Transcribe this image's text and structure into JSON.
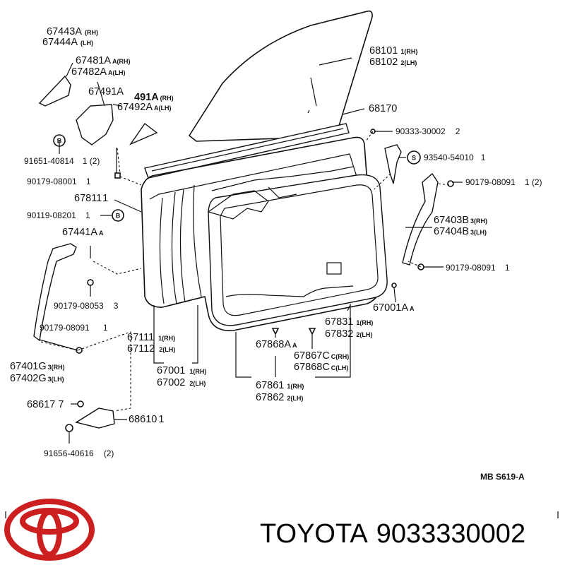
{
  "labels": [
    {
      "id": "l1",
      "main": "67443A",
      "suf": "(RH)"
    },
    {
      "id": "l2",
      "main": "67444A",
      "suf": "(LH)"
    },
    {
      "id": "l3",
      "main": "67481A",
      "suf": "A(RH)"
    },
    {
      "id": "l4",
      "main": "67482A",
      "suf": "A(LH)"
    },
    {
      "id": "l5",
      "main": "67491A",
      "suf": ""
    },
    {
      "id": "l6",
      "main": "67492A",
      "suf": "A(LH)"
    },
    {
      "id": "l6b",
      "main": "491A",
      "suf": "(RH)"
    },
    {
      "id": "l7",
      "main": "68101",
      "suf": "1(RH)"
    },
    {
      "id": "l8",
      "main": "68102",
      "suf": "2(LH)"
    },
    {
      "id": "l9",
      "main": "68170",
      "suf": ""
    },
    {
      "id": "l10",
      "main": "90333-30002",
      "suf": "2"
    },
    {
      "id": "l11",
      "main": "93540-54010",
      "suf": "1"
    },
    {
      "id": "l12",
      "main": "90179-08091",
      "suf": "1 (2)"
    },
    {
      "id": "l13",
      "main": "67403B",
      "suf": "3(RH)"
    },
    {
      "id": "l14",
      "main": "67404B",
      "suf": "3(LH)"
    },
    {
      "id": "l15",
      "main": "90179-08091",
      "suf": "1"
    },
    {
      "id": "l16",
      "main": "67001A",
      "suf": "A"
    },
    {
      "id": "l17",
      "main": "91651-40814",
      "suf": "1 (2)"
    },
    {
      "id": "l18",
      "main": "90179-08001",
      "suf": "1"
    },
    {
      "id": "l19",
      "main": "67811",
      "suf": "1"
    },
    {
      "id": "l20",
      "main": "90119-08201",
      "suf": "1"
    },
    {
      "id": "l21",
      "main": "67441A",
      "suf": "A"
    },
    {
      "id": "l22",
      "main": "90179-08053",
      "suf": "3"
    },
    {
      "id": "l23",
      "main": "90179-08091",
      "suf": "1"
    },
    {
      "id": "l24",
      "main": "67401G",
      "suf": "3(RH)"
    },
    {
      "id": "l25",
      "main": "67402G",
      "suf": "3(LH)"
    },
    {
      "id": "l26",
      "main": "67111",
      "suf": "1(RH)"
    },
    {
      "id": "l27",
      "main": "67112",
      "suf": "2(LH)"
    },
    {
      "id": "l28",
      "main": "67001",
      "suf": "1(RH)"
    },
    {
      "id": "l29",
      "main": "67002",
      "suf": "2(LH)"
    },
    {
      "id": "l30",
      "main": "67831",
      "suf": "1(RH)"
    },
    {
      "id": "l31",
      "main": "67832",
      "suf": "2(LH)"
    },
    {
      "id": "l32",
      "main": "67868A",
      "suf": "A"
    },
    {
      "id": "l33",
      "main": "67867C",
      "suf": "C(RH)"
    },
    {
      "id": "l34",
      "main": "67868C",
      "suf": "C(LH)"
    },
    {
      "id": "l35",
      "main": "67861",
      "suf": "1(RH)"
    },
    {
      "id": "l36",
      "main": "67862",
      "suf": "2(LH)"
    },
    {
      "id": "l37",
      "main": "68617",
      "suf": "7"
    },
    {
      "id": "l38",
      "main": "68610",
      "suf": "1"
    },
    {
      "id": "l39",
      "main": "91656-40616",
      "suf": "(2)"
    }
  ],
  "markers": {
    "b": "B",
    "s": "S"
  },
  "diagram_code": "MB  S619-A",
  "footer": {
    "brand_name": "TOYOTA",
    "part_number": "9033330002",
    "logo": "toyota-logo",
    "logo_color": "#cc1f1f"
  }
}
